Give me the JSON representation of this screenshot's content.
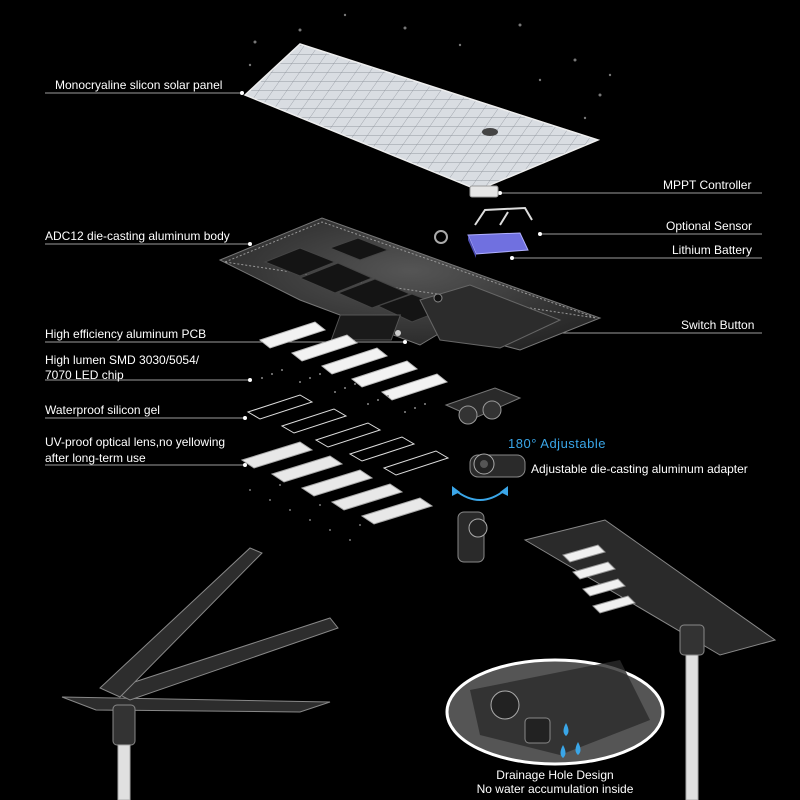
{
  "labels": {
    "solar_panel": "Monocryaline slicon solar panel",
    "mppt": "MPPT Controller",
    "body": "ADC12 die-casting aluminum body",
    "sensor": "Optional Sensor",
    "battery": "Lithium Battery",
    "switch": "Switch Button",
    "pcb": "High efficiency aluminum PCB",
    "led_line1": "High lumen SMD 3030/5054/",
    "led_line2": "7070 LED chip",
    "gel": "Waterproof silicon gel",
    "lens_line1": "UV-proof optical lens,no yellowing",
    "lens_line2": "after long-term use",
    "adjustable": "180° Adjustable",
    "adapter": "Adjustable die-casting aluminum adapter",
    "drain_line1": "Drainage Hole Design",
    "drain_line2": "No water accumulation inside"
  },
  "colors": {
    "background": "#000000",
    "text": "#ffffff",
    "accent": "#3aa6e8",
    "battery": "#7070e0",
    "water": "#3aa6e8"
  }
}
